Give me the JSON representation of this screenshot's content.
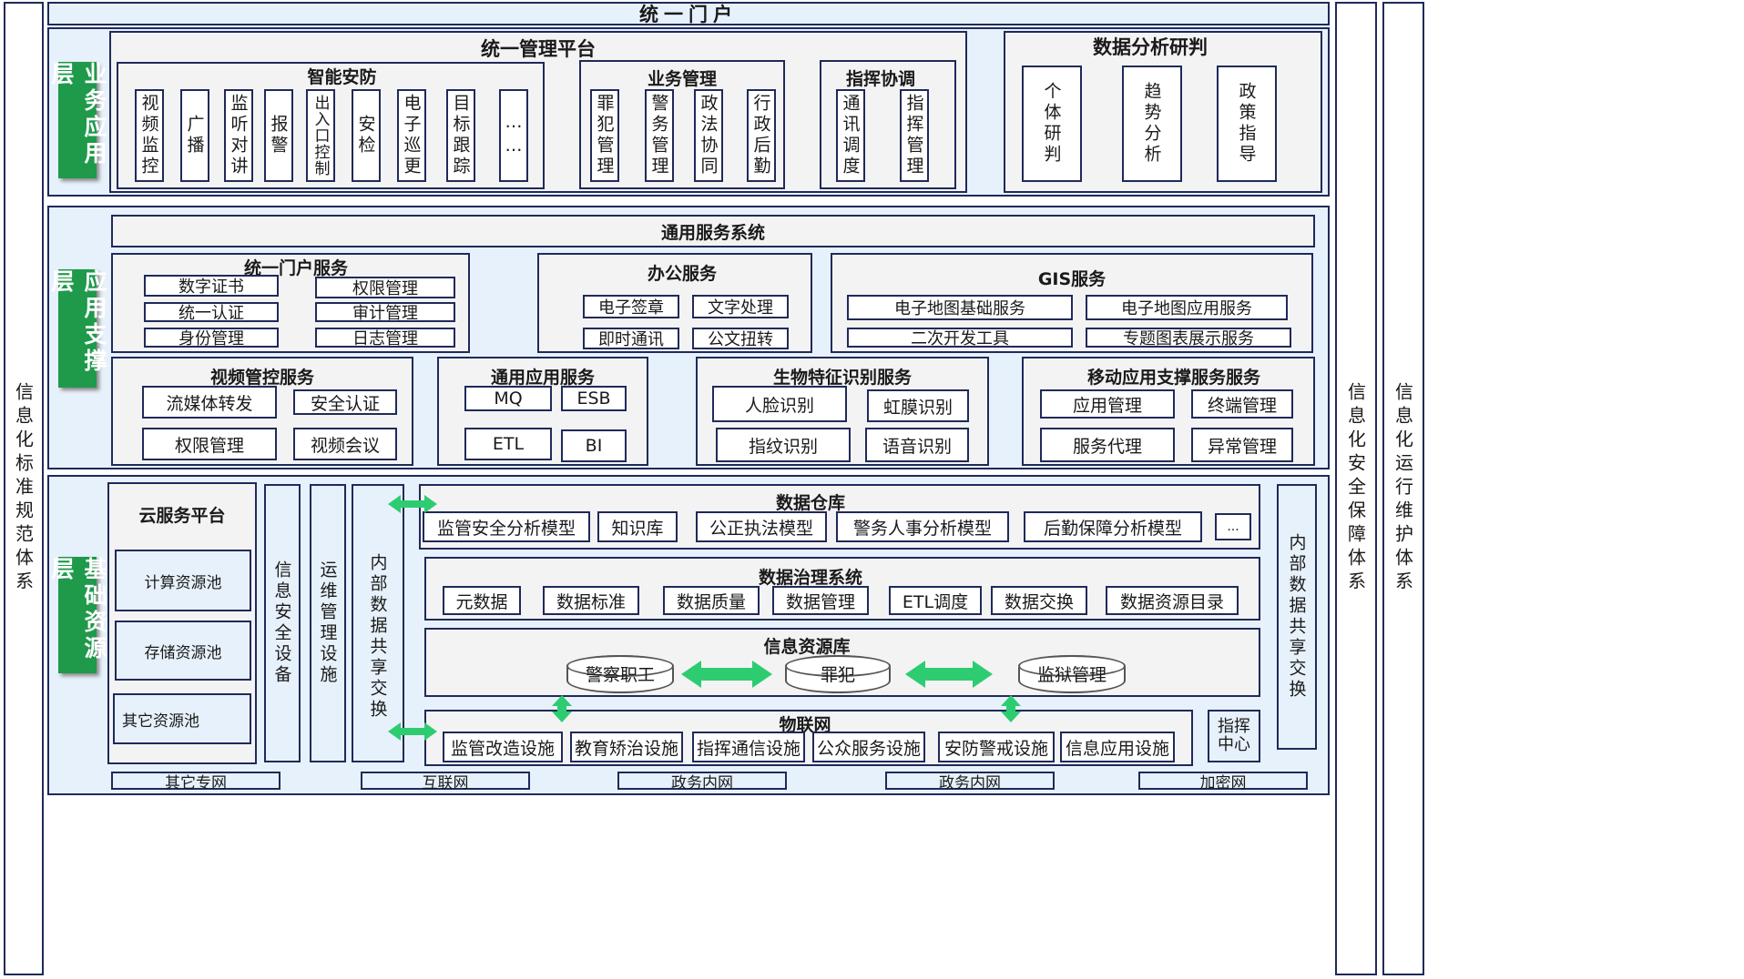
{
  "portal_title": "统一门户",
  "side_left": "信息化标准规范体系",
  "side_right1": "信息化安全保障体系",
  "side_right2": "信息化运行维护体系",
  "layers": {
    "business": "业务应用层",
    "support": "应用支撑层",
    "foundation": "基础资源层"
  },
  "business": {
    "platform_title": "统一管理平台",
    "security": {
      "title": "智能安防",
      "items": [
        "视频监控",
        "广播",
        "监听对讲",
        "报警",
        "出入口控制",
        "安检",
        "电子巡更",
        "目标跟踪",
        "……"
      ]
    },
    "affairs": {
      "title": "业务管理",
      "items": [
        "罪犯管理",
        "警务管理",
        "政法协同",
        "行政后勤"
      ]
    },
    "command": {
      "title": "指挥协调",
      "items": [
        "通讯调度",
        "指挥管理"
      ]
    },
    "analysis": {
      "title": "数据分析研判",
      "items": [
        "个体研判",
        "趋势分析",
        "政策指导"
      ]
    }
  },
  "support": {
    "general_title": "通用服务系统",
    "portal_service": {
      "title": "统一门户服务",
      "items": [
        "数字证书",
        "权限管理",
        "统一认证",
        "审计管理",
        "身份管理",
        "日志管理"
      ]
    },
    "office": {
      "title": "办公服务",
      "items": [
        "电子签章",
        "文字处理",
        "即时通讯",
        "公文扭转"
      ]
    },
    "gis": {
      "title": "GIS服务",
      "items": [
        "电子地图基础服务",
        "电子地图应用服务",
        "二次开发工具",
        "专题图表展示服务"
      ]
    },
    "video": {
      "title": "视频管控服务",
      "items": [
        "流媒体转发",
        "安全认证",
        "权限管理",
        "视频会议"
      ]
    },
    "common_app": {
      "title": "通用应用服务",
      "items": [
        "MQ",
        "ESB",
        "ETL",
        "BI"
      ]
    },
    "bio": {
      "title": "生物特征识别服务",
      "items": [
        "人脸识别",
        "虹膜识别",
        "指纹识别",
        "语音识别"
      ]
    },
    "mobile": {
      "title": "移动应用支撑服务服务",
      "items": [
        "应用管理",
        "终端管理",
        "服务代理",
        "异常管理"
      ]
    }
  },
  "foundation": {
    "cloud": {
      "title": "云服务平台",
      "items": [
        "计算资源池",
        "存储资源池",
        "其它资源池"
      ]
    },
    "verticals": [
      "信息安全设备",
      "运维管理设施",
      "内部数据共享交换"
    ],
    "right_vertical": "内部数据共享交换",
    "warehouse": {
      "title": "数据仓库",
      "items": [
        "监管安全分析模型",
        "知识库",
        "公正执法模型",
        "警务人事分析模型",
        "后勤保障分析模型",
        "..."
      ]
    },
    "governance": {
      "title": "数据治理系统",
      "items": [
        "元数据",
        "数据标准",
        "数据质量",
        "数据管理",
        "ETL调度",
        "数据交换",
        "数据资源目录"
      ]
    },
    "info_db": {
      "title": "信息资源库",
      "items": [
        "警察职工",
        "罪犯",
        "监狱管理"
      ]
    },
    "iot": {
      "title": "物联网",
      "items": [
        "监管改造设施",
        "教育矫治设施",
        "指挥通信设施",
        "公众服务设施",
        "安防警戒设施",
        "信息应用设施"
      ]
    },
    "command_center": "指挥中心",
    "networks": [
      "其它专网",
      "互联网",
      "政务内网",
      "政务内网",
      "加密网"
    ]
  },
  "colors": {
    "accent_green": "#1e9a4a",
    "arrow_green": "#2ecc71",
    "border": "#1f2a5a",
    "zone_bg": "#e7f1fb"
  }
}
